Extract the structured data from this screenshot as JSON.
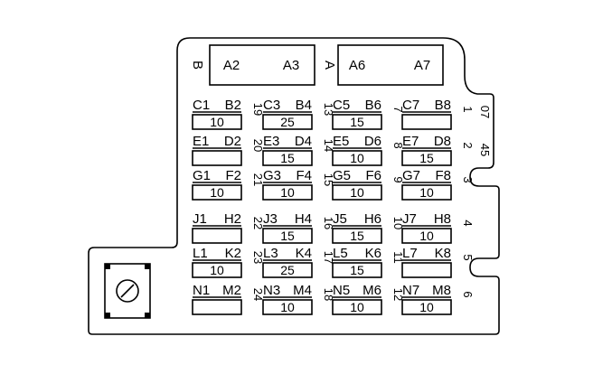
{
  "relays": {
    "left_letter": "B",
    "middle_letter": "A",
    "boxes": [
      "A2",
      "A3",
      "A6",
      "A7"
    ]
  },
  "rows": [
    {
      "cells": [
        {
          "l1": "C1",
          "l2": "B2",
          "v": "10"
        },
        {
          "l1": "C3",
          "l2": "B4",
          "v": "25"
        },
        {
          "l1": "C5",
          "l2": "B6",
          "v": "15"
        },
        {
          "l1": "C7",
          "l2": "B8",
          "v": ""
        }
      ],
      "nums": [
        "19",
        "13",
        "7",
        "1"
      ]
    },
    {
      "cells": [
        {
          "l1": "E1",
          "l2": "D2",
          "v": ""
        },
        {
          "l1": "E3",
          "l2": "D4",
          "v": "15"
        },
        {
          "l1": "E5",
          "l2": "D6",
          "v": "10"
        },
        {
          "l1": "E7",
          "l2": "D8",
          "v": "15"
        }
      ],
      "nums": [
        "20",
        "14",
        "8",
        "2"
      ]
    },
    {
      "cells": [
        {
          "l1": "G1",
          "l2": "F2",
          "v": "10"
        },
        {
          "l1": "G3",
          "l2": "F4",
          "v": "10"
        },
        {
          "l1": "G5",
          "l2": "F6",
          "v": "10"
        },
        {
          "l1": "G7",
          "l2": "F8",
          "v": "10"
        }
      ],
      "nums": [
        "21",
        "15",
        "9",
        "3"
      ]
    },
    {
      "cells": [
        {
          "l1": "J1",
          "l2": "H2",
          "v": ""
        },
        {
          "l1": "J3",
          "l2": "H4",
          "v": "15"
        },
        {
          "l1": "J5",
          "l2": "H6",
          "v": "15"
        },
        {
          "l1": "J7",
          "l2": "H8",
          "v": "10"
        }
      ],
      "nums": [
        "22",
        "16",
        "10",
        "4"
      ]
    },
    {
      "cells": [
        {
          "l1": "L1",
          "l2": "K2",
          "v": "10"
        },
        {
          "l1": "L3",
          "l2": "K4",
          "v": "25"
        },
        {
          "l1": "L5",
          "l2": "K6",
          "v": "15"
        },
        {
          "l1": "L7",
          "l2": "K8",
          "v": ""
        }
      ],
      "nums": [
        "23",
        "17",
        "11",
        "5"
      ]
    },
    {
      "cells": [
        {
          "l1": "N1",
          "l2": "M2",
          "v": ""
        },
        {
          "l1": "N3",
          "l2": "M4",
          "v": "10"
        },
        {
          "l1": "N5",
          "l2": "M6",
          "v": "10"
        },
        {
          "l1": "N7",
          "l2": "M8",
          "v": "10"
        }
      ],
      "nums": [
        "24",
        "18",
        "12",
        "6"
      ]
    }
  ],
  "edge_labels": [
    "07",
    "45"
  ]
}
